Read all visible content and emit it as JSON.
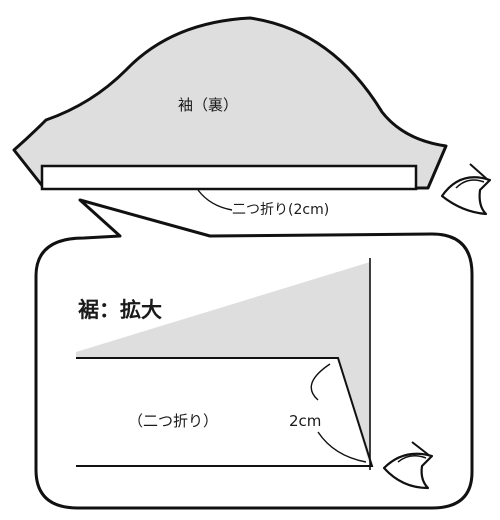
{
  "sleeve_label": "袖（裏）",
  "fold_label": "二つ折り(2cm)",
  "zoom_title": "裾：拡大",
  "zoom_fold_label": "（二つ折り）",
  "zoom_dim_label": "2cm",
  "colors": {
    "fabric_fill": "#dedede",
    "outline": "#111111",
    "background": "#ffffff"
  },
  "icons": [
    "sewing-needle-icon",
    "sewing-needle-icon"
  ]
}
